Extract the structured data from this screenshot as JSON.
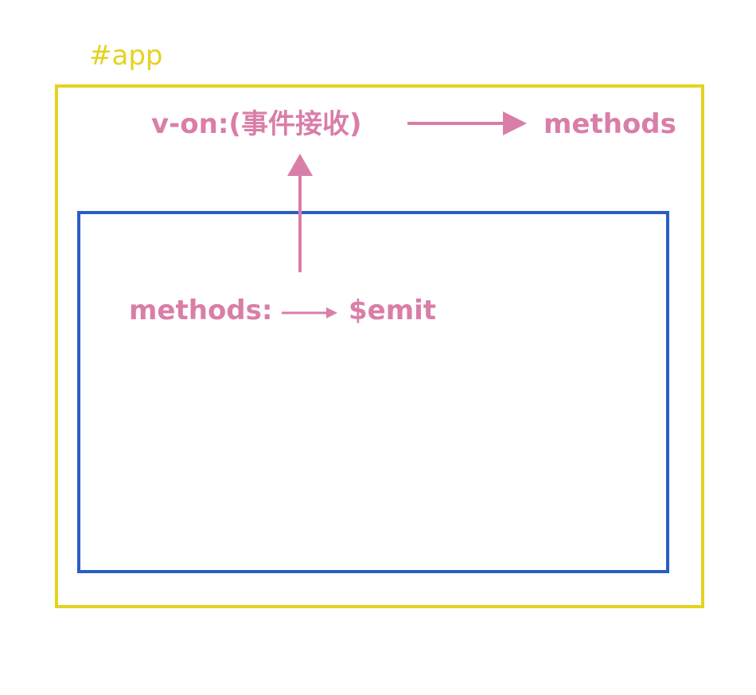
{
  "colors": {
    "outer_border": "#e5d21f",
    "inner_border": "#2a5dc6",
    "accent": "#d97ea8",
    "app_label": "#e5d21f"
  },
  "app": {
    "label": "#app"
  },
  "parent": {
    "von_label": "v-on:(事件接收)",
    "methods_label": "methods"
  },
  "child": {
    "methods_label": "methods:",
    "emit_label": "$emit"
  }
}
